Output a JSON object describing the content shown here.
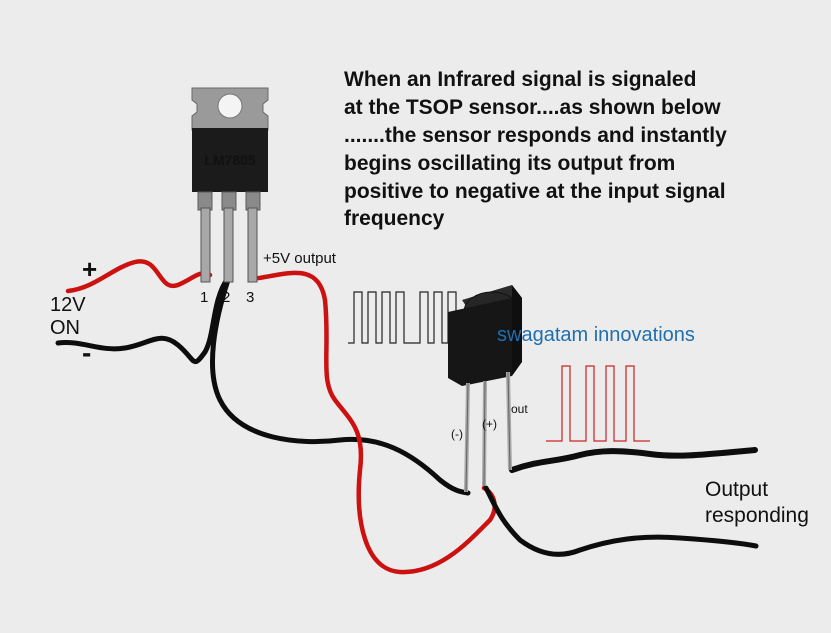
{
  "description": {
    "lines": [
      "When an Infrared signal is signaled",
      "at the TSOP sensor....as shown below",
      ".......the sensor responds and instantly",
      "begins oscillating its output from",
      "positive to negative at the input signal",
      "frequency"
    ]
  },
  "regulator": {
    "label": "LM7805",
    "pin1": "1",
    "pin2": "2",
    "pin3": "3",
    "output_label": "+5V output"
  },
  "supply": {
    "plus": "+",
    "minus": "-",
    "voltage": "12V",
    "state": "ON"
  },
  "sensor": {
    "minus_label": "(-)",
    "plus_label": "(+)",
    "out_label": "out"
  },
  "watermark": "swagatam innovations",
  "output": {
    "line1": "Output",
    "line2": "responding"
  },
  "colors": {
    "wire_red": "#cc1111",
    "wire_black": "#0d0d0d",
    "body_dark": "#1b1b1b",
    "input_wave": "#222222",
    "output_wave": "#cc2222",
    "watermark": "#1f6fb0"
  }
}
